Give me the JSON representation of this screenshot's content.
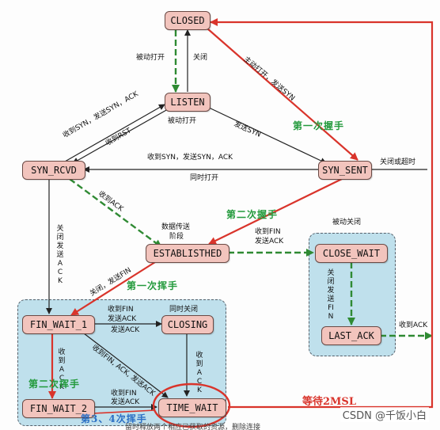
{
  "states": {
    "closed": "CLOSED",
    "listen": "LISTEN",
    "syn_rcvd": "SYN_RCVD",
    "syn_sent": "SYN_SENT",
    "established": "ESTABLISTHED",
    "close_wait": "CLOSE_WAIT",
    "last_ack": "LAST_ACK",
    "fin_wait_1": "FIN_WAIT_1",
    "closing": "CLOSING",
    "fin_wait_2": "FIN_WAIT_2",
    "time_wait": "TIME_WAIT"
  },
  "labels": {
    "passive_open": "被动打开",
    "close": "关闭",
    "active_open": "主动打开，发送SYN",
    "recv_syn_send_syn_ack": "收到SYN，发送SYN，ACK",
    "passive_open_2": "被动打开",
    "send_syn": "发送SYN",
    "recv_rst": "收到RST",
    "recv_syn_send_syn_ack_2": "收到SYN，发送SYN，ACK",
    "simultaneous_open": "同时打开",
    "close_or_timeout": "关闭或超时",
    "recv_ack": "收到ACK",
    "data_transfer": "数据传送",
    "stage": "阶段",
    "recv_fin_send_ack": "收到FIN",
    "send_ack": "发送ACK",
    "passive_close": "被动关闭",
    "close_send_fin_v": "关闭发送ACK",
    "close_send_fin_e": "关闭，发送FIN",
    "close_send_fin_cw": "关闭发送FIN",
    "recv_fin_2": "收到FIN",
    "send_ack_2": "发送ACK",
    "simultaneous_close": "同时关闭",
    "send_ack_3": "发送ACK",
    "recv_fin_ack_send_ack": "收到FIN, ACK, 发送ACK",
    "recv_ack_v1": "收到ACK",
    "recv_ack_v2": "收到ACK",
    "recv_fin_3": "收到FIN",
    "send_ack_4": "发送ACK",
    "recv_ack_last": "收到ACK"
  },
  "steps": {
    "first_handshake": "第一次握手",
    "second_handshake": "第二次握手",
    "first_wave": "第一次挥手",
    "second_wave": "第二次挥手",
    "third_fourth_wave": "第3、4次挥手",
    "wait_2msl": "等待2MSL"
  },
  "footnote": "留时释放两个相应已获取的资源，删除连接",
  "watermark": "CSDN @千饭小白",
  "colors": {
    "state_fill": "#f2c4bd",
    "zone_fill": "#bfe0ec",
    "red_path": "#d9342b",
    "green_path": "#2f8a33",
    "black_path": "#222222"
  }
}
